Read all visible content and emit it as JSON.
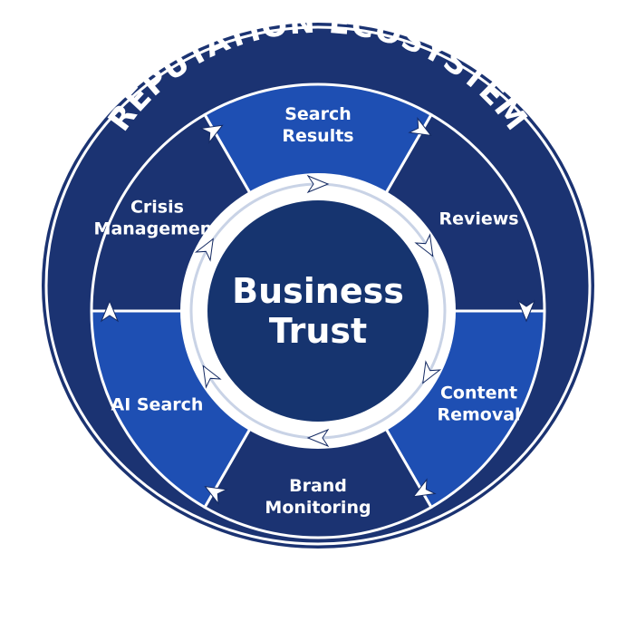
{
  "title": "REPUTATION ECOSYSTEM",
  "center": {
    "line1": "Business",
    "line2": "Trust"
  },
  "segments": [
    {
      "line1": "Search",
      "line2": "Results"
    },
    {
      "line1": "Reviews",
      "line2": ""
    },
    {
      "line1": "Content",
      "line2": "Removal"
    },
    {
      "line1": "Brand",
      "line2": "Monitoring"
    },
    {
      "line1": "AI Search",
      "line2": ""
    },
    {
      "line1": "Crisis",
      "line2": "Management"
    }
  ],
  "colors": {
    "navy": "#1b3372",
    "navy_dark": "#142a63",
    "royal": "#1e4fb3",
    "center": "#16346f",
    "ring_white": "#ffffff",
    "title_text": "#ffffff",
    "arrow": "#ffffff"
  },
  "icons": [
    "flow-arrow-icon"
  ]
}
